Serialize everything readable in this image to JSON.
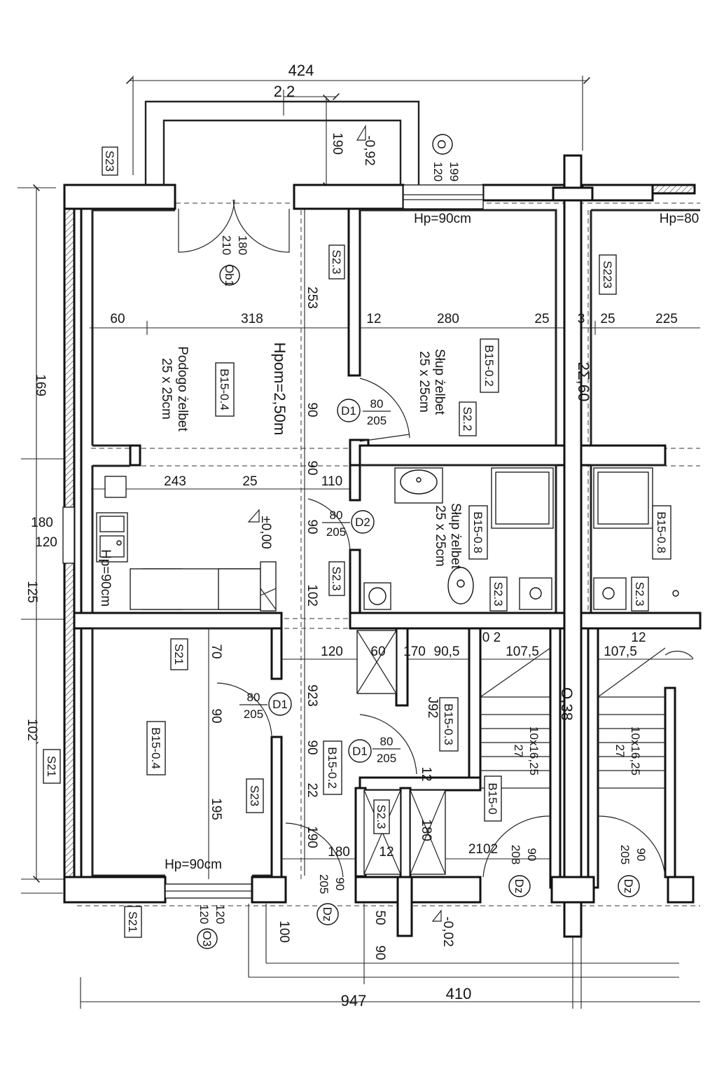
{
  "plan": {
    "overall_dims": {
      "top_total": "424",
      "top_segment": "2 2",
      "bottom_left": "947",
      "bottom_right": "410"
    },
    "left_dims": {
      "d169": "169",
      "d180": "180",
      "d120": "120",
      "d125": "125",
      "d102": "102`"
    },
    "row_dims": {
      "d60": "60",
      "d318": "318",
      "d12": "12",
      "d280": "280",
      "d25a": "25",
      "d3": "3",
      "d25b": "25",
      "d225": "225",
      "d243": "243",
      "d25c": "25",
      "d110": "110",
      "d120": "120",
      "d60b": "60",
      "d170": "170",
      "d90_5": "90,5",
      "d0_2": "0 2",
      "d107_5a": "107,5",
      "d12b": "12",
      "d107_5b": "107,5",
      "d180": "180",
      "d12c": "12",
      "d2102": "2102"
    },
    "vertical_dims": {
      "d190a": "190",
      "d253": "253",
      "d90a": "90",
      "d90b": "90",
      "d90c": "90",
      "d102": "102",
      "d70": "70",
      "d923": "923",
      "d90d": "90",
      "d90e": "90",
      "d22": "22",
      "d195": "195",
      "d190b": "190",
      "d100": "100",
      "d50": "50",
      "d90f": "90",
      "d180v": "180",
      "d12v": "12"
    },
    "levels": {
      "top": "-0,92",
      "middle": "±0,00",
      "bottom": "-0,02"
    },
    "labels": {
      "hpom": "Hpom=2,50m",
      "hp90_top": "Hp=90cm",
      "hp80": "Hp=80",
      "hp90_bottom": "Hp=90cm",
      "hp90_kitchen": "Hp=90cm",
      "podciag_title": "Podogo żelbet",
      "podciag_size": "25 x 25cm",
      "slup1_title": "Słup żelbet",
      "slup1_size": "25 x 25cm",
      "slup2_title": "Słup żelbet",
      "slup2_size": "25 x 25cm",
      "stair1_a": "10x16,25",
      "stair1_b": "27",
      "stair2_a": "10x16,25",
      "stair2_b": "27",
      "j92": "J92",
      "o_38": "O,38",
      "c_60": "2Σ,60"
    },
    "wall_tags": {
      "s23_top": "S23",
      "s23_a": "S2.3",
      "s223": "S223",
      "s22": "S2.2",
      "s23_b": "S2.3",
      "s23_c": "S2.3",
      "s23_d": "S2.3",
      "s21_a": "S21",
      "s23_e": "S23",
      "s21_b": "S21",
      "s21_c": "S21",
      "s23_f": "S2.3"
    },
    "room_tags": {
      "b15_04_top": "B15-0.4",
      "b15_02_top": "B15-0.2",
      "b15_08_a": "B15-0.8",
      "b15_08_b": "B15-0.8",
      "b15_04_bottom": "B15-0.4",
      "b15_03": "B15-0.3",
      "b15_02_hall": "B15-0.2",
      "b15_0": "B15-0"
    },
    "doors": {
      "ob1": {
        "code": "Ob1",
        "w": "180",
        "h": "210"
      },
      "o_top": {
        "code": "O",
        "w": "199",
        "h": "120"
      },
      "d1_top": {
        "code": "D1",
        "w": "80",
        "h": "205"
      },
      "d2": {
        "code": "D2",
        "w": "80",
        "h": "205"
      },
      "d1_mid": {
        "code": "D1",
        "w": "80",
        "h": "205"
      },
      "d1_hall": {
        "code": "D1",
        "w": "80",
        "h": "205"
      },
      "o3": {
        "code": "O3",
        "w": "120",
        "h": "120"
      },
      "dz1": {
        "code": "Dz",
        "w": "90",
        "h": "205"
      },
      "dz2": {
        "code": "Dz",
        "w": "90",
        "h": "208"
      },
      "dz3": {
        "code": "Dz",
        "w": "90",
        "h": "205"
      }
    }
  }
}
